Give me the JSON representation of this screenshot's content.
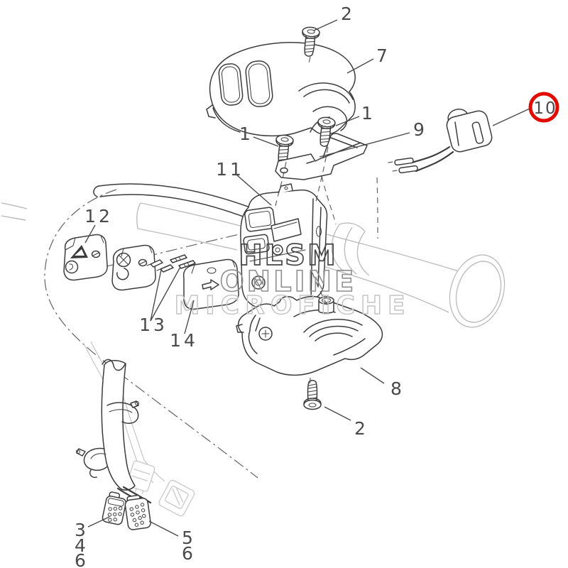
{
  "watermark": {
    "line1": "HLSM",
    "line2": "ONLINE",
    "line3": "MICROFICHE"
  },
  "colors": {
    "ink": "#3c3c3c",
    "label": "#4a4a4a",
    "ghost": "#c9c9c9",
    "bar": "#bdbdbd",
    "highlight_red": "#e10b00",
    "wm1": "#464646",
    "wm2": "#8f8f8f",
    "wm3": "#c5c5c5"
  },
  "labels": {
    "screw_top": "2",
    "cover": "7",
    "screw_left": "1",
    "screw_right": "1",
    "bracket": "9",
    "switch": "10",
    "body": "11",
    "hazard": "12",
    "pins": "13",
    "turn": "14",
    "housing": "8",
    "screw_bottom": "2",
    "w3": "3",
    "w4": "4",
    "w6a": "6",
    "w5": "5",
    "w6b": "6"
  }
}
